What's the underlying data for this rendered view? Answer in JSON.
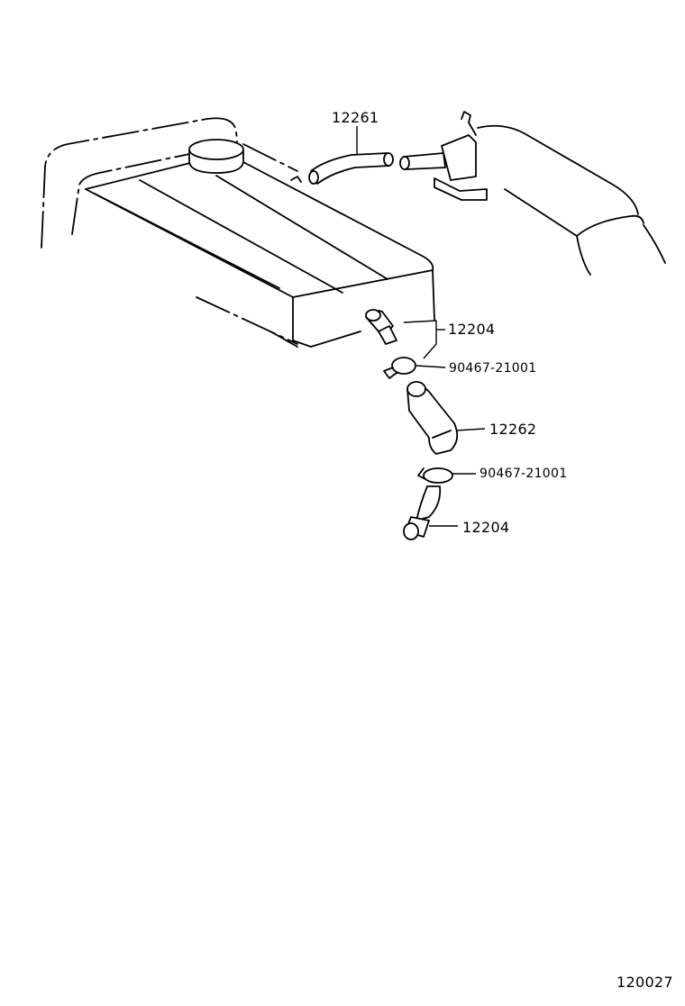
{
  "callouts": {
    "hose_upper": "12261",
    "union_upper": "12204",
    "clamp_upper": "90467-21001",
    "hose_lower": "12262",
    "clamp_lower": "90467-21001",
    "union_lower": "12204"
  },
  "figure_number": "120027"
}
